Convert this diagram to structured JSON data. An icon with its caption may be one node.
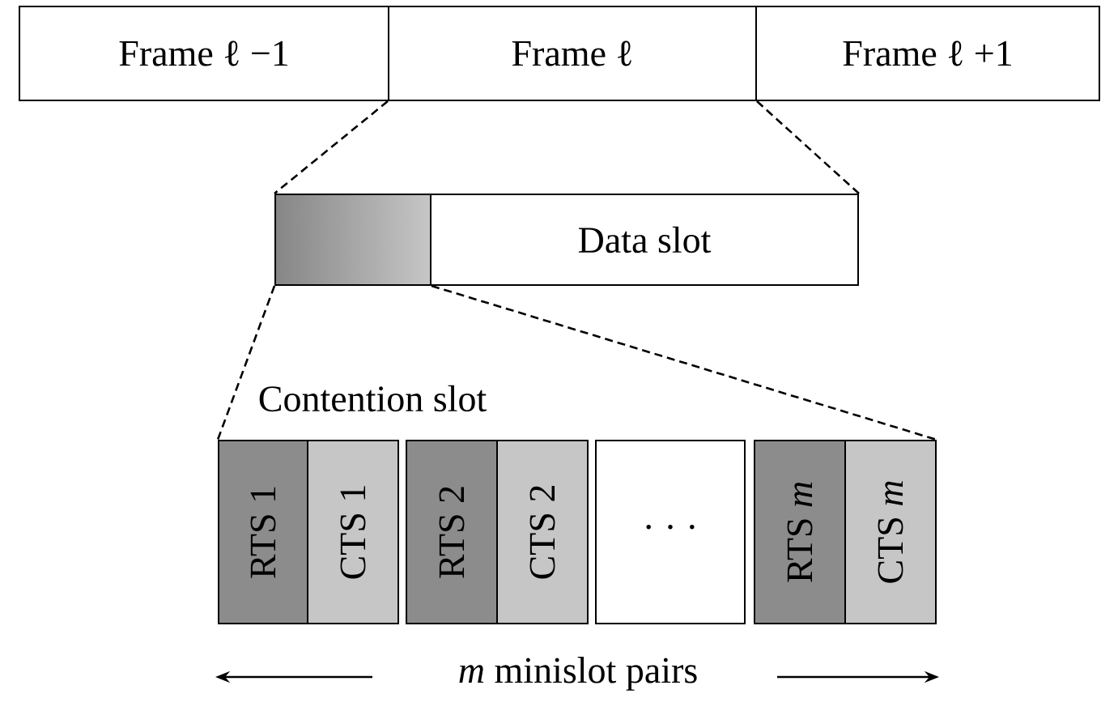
{
  "diagram": {
    "nodes": [
      {
        "text": [
          "Frame ℓ −1"
        ]
      },
      {
        "text": [
          "Frame ℓ"
        ]
      },
      {
        "text": [
          "Frame ℓ +1"
        ]
      },
      {
        "text": [],
        "shape": "box"
      },
      {
        "text": [
          "Data slot"
        ]
      },
      {
        "text": [
          "RTS 1"
        ]
      },
      {
        "text": [
          "CTS 1"
        ]
      },
      {
        "text": [
          "RTS 2"
        ]
      },
      {
        "text": [
          "CTS 2"
        ]
      },
      {
        "text": [
          "· · ·"
        ]
      },
      {
        "text": [
          "RTS *m*"
        ]
      },
      {
        "text": [
          "CTS *m*"
        ]
      }
    ],
    "edges": [
      {
        "from": 1,
        "to": 3,
        "arrow": "none",
        "style": "dashed"
      },
      {
        "from": 1,
        "to": 4,
        "arrow": "none",
        "style": "dashed"
      },
      {
        "from": 3,
        "to": 5,
        "arrow": "none",
        "style": "dashed"
      },
      {
        "from": 3,
        "to": 11,
        "arrow": "none",
        "style": "dashed"
      }
    ],
    "labels": [
      "Contention slot",
      "*m* minislot pairs"
    ]
  }
}
